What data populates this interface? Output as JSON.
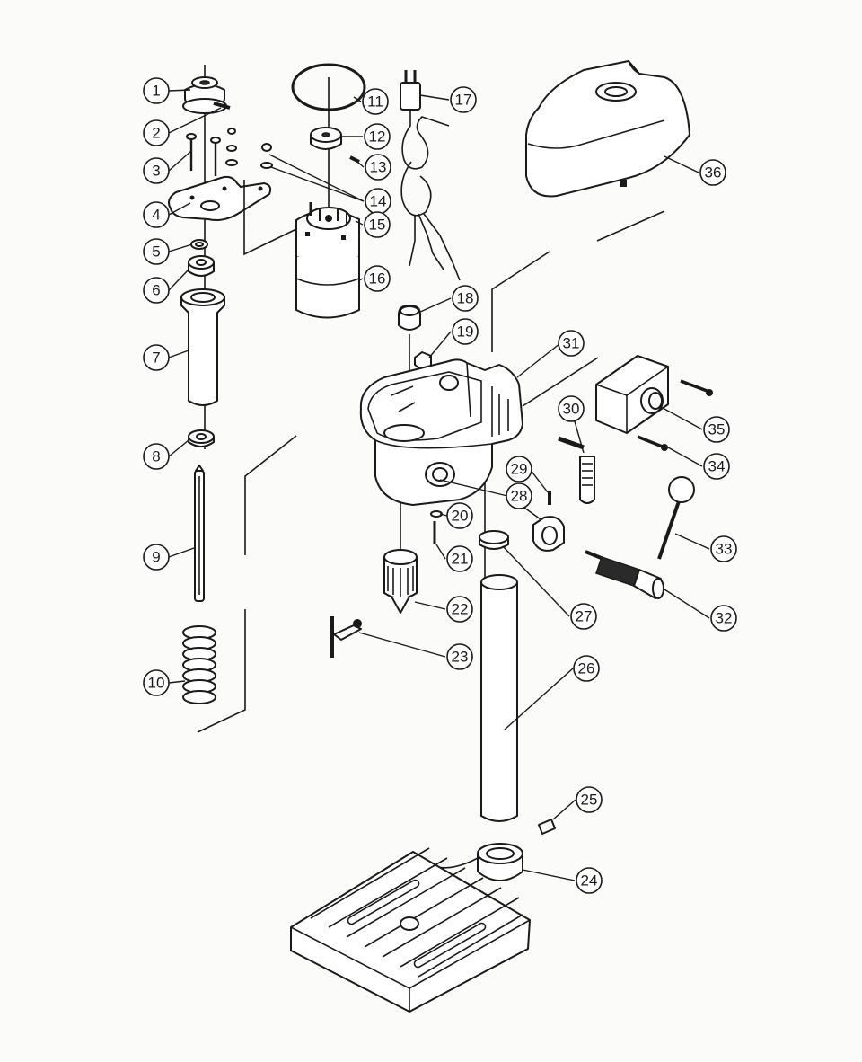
{
  "parts": [
    {
      "no": "1"
    },
    {
      "no": "2"
    },
    {
      "no": "3"
    },
    {
      "no": "4"
    },
    {
      "no": "5"
    },
    {
      "no": "6"
    },
    {
      "no": "7"
    },
    {
      "no": "8"
    },
    {
      "no": "9"
    },
    {
      "no": "10"
    },
    {
      "no": "11"
    },
    {
      "no": "12"
    },
    {
      "no": "13"
    },
    {
      "no": "14"
    },
    {
      "no": "15"
    },
    {
      "no": "16"
    },
    {
      "no": "17"
    },
    {
      "no": "18"
    },
    {
      "no": "19"
    },
    {
      "no": "20"
    },
    {
      "no": "21"
    },
    {
      "no": "22"
    },
    {
      "no": "23"
    },
    {
      "no": "24"
    },
    {
      "no": "25"
    },
    {
      "no": "26"
    },
    {
      "no": "27"
    },
    {
      "no": "28"
    },
    {
      "no": "29"
    },
    {
      "no": "30"
    },
    {
      "no": "31"
    },
    {
      "no": "32"
    },
    {
      "no": "33"
    },
    {
      "no": "34"
    },
    {
      "no": "35"
    },
    {
      "no": "36"
    }
  ]
}
